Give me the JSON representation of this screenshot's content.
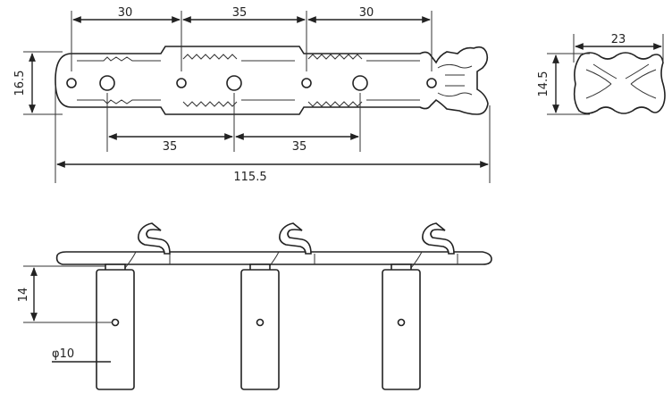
{
  "top_view": {
    "dimensions": {
      "top_spacing_1": "30",
      "top_spacing_2": "35",
      "top_spacing_3": "30",
      "height": "16.5",
      "bottom_spacing_1": "35",
      "bottom_spacing_2": "35",
      "overall_length": "115.5"
    }
  },
  "side_view": {
    "dimensions": {
      "width": "23",
      "height": "14.5"
    }
  },
  "front_view": {
    "dimensions": {
      "post_height": "14",
      "post_diameter": "φ10"
    }
  }
}
